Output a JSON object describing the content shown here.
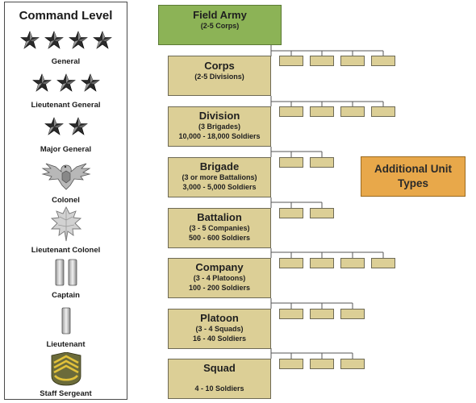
{
  "panel": {
    "title": "Command Level",
    "ranks": [
      {
        "label": "General",
        "icon": "four-stars-icon"
      },
      {
        "label": "Lieutenant General",
        "icon": "three-stars-icon"
      },
      {
        "label": "Major General",
        "icon": "two-stars-icon"
      },
      {
        "label": "Colonel",
        "icon": "eagle-insignia-icon"
      },
      {
        "label": "Lieutenant Colonel",
        "icon": "oak-leaf-icon"
      },
      {
        "label": "Captain",
        "icon": "two-bars-icon"
      },
      {
        "label": "Lieutenant",
        "icon": "single-bar-icon"
      },
      {
        "label": "Staff Sergeant",
        "icon": "chevron-rockers-icon"
      }
    ]
  },
  "units": [
    {
      "name": "Field Army",
      "lines": [
        "(2-5 Corps)"
      ]
    },
    {
      "name": "Corps",
      "lines": [
        "(2-5 Divisions)"
      ]
    },
    {
      "name": "Division",
      "lines": [
        "(3 Brigades)",
        "10,000 - 18,000 Soldiers"
      ]
    },
    {
      "name": "Brigade",
      "lines": [
        "(3 or more Battalions)",
        "3,000 - 5,000 Soldiers"
      ]
    },
    {
      "name": "Battalion",
      "lines": [
        "(3 - 5 Companies)",
        "500 - 600 Soldiers"
      ]
    },
    {
      "name": "Company",
      "lines": [
        "(3 - 4 Platoons)",
        "100 - 200 Soldiers"
      ]
    },
    {
      "name": "Platoon",
      "lines": [
        "(3 - 4 Squads)",
        "16 - 40 Soldiers"
      ]
    },
    {
      "name": "Squad",
      "lines": [
        "",
        "4 - 10 Soldiers"
      ]
    }
  ],
  "additional": {
    "line1": "Additional Unit",
    "line2": "Types"
  },
  "colors": {
    "field_army": "#8cb356",
    "unit_box": "#dccf96",
    "additional_box": "#e8a84a",
    "connector": "#555555"
  }
}
